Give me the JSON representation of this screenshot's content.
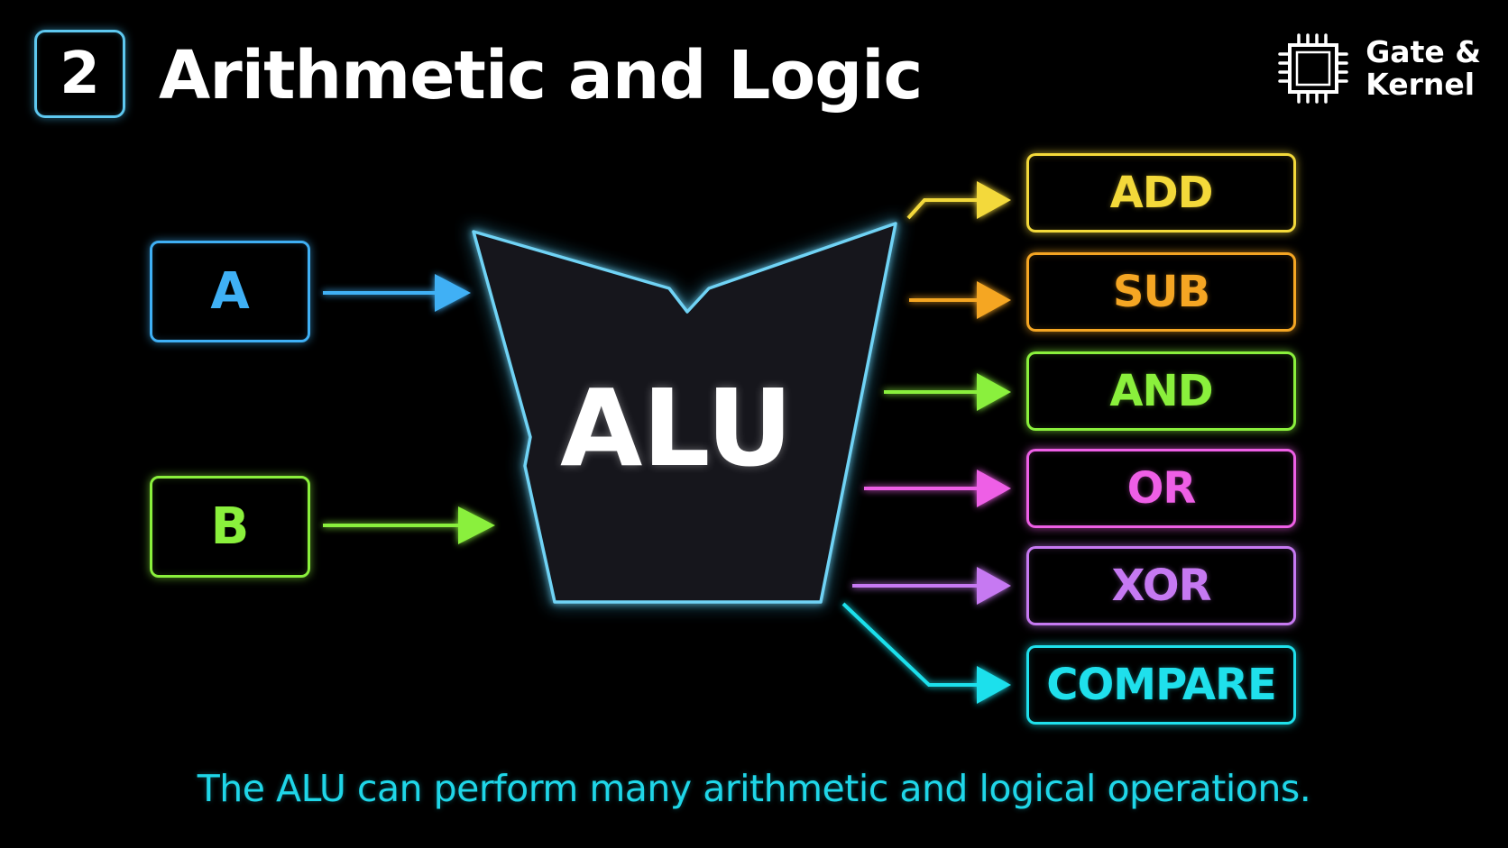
{
  "header": {
    "step_number": "2",
    "title": "Arithmetic and Logic"
  },
  "brand": {
    "line1": "Gate &",
    "line2": "Kernel",
    "icon": "chip-icon"
  },
  "inputs": [
    {
      "label": "A",
      "color": "#3fb0f5"
    },
    {
      "label": "B",
      "color": "#8af03c"
    }
  ],
  "alu": {
    "label": "ALU",
    "outline_color": "#5ec8f0"
  },
  "operations": [
    {
      "label": "ADD",
      "color": "#f3d93a"
    },
    {
      "label": "SUB",
      "color": "#f5a623"
    },
    {
      "label": "AND",
      "color": "#8af03c"
    },
    {
      "label": "OR",
      "color": "#ee5fe6"
    },
    {
      "label": "XOR",
      "color": "#c679f2"
    },
    {
      "label": "COMPARE",
      "color": "#1fe0ec"
    }
  ],
  "caption": "The ALU can perform many arithmetic and logical operations."
}
